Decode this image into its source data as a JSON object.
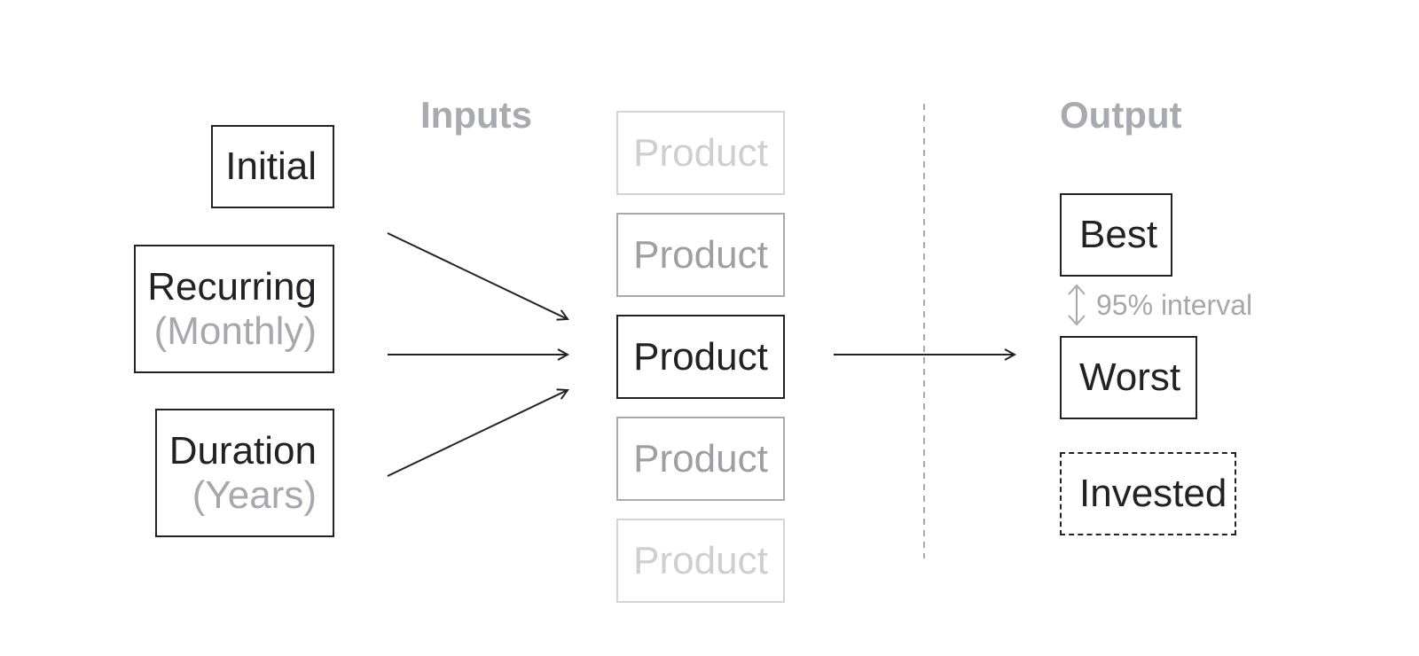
{
  "headings": {
    "inputs": "Inputs",
    "output": "Output"
  },
  "inputs": {
    "initial": "Initial",
    "recurring": {
      "label": "Recurring",
      "sub": "(Monthly)"
    },
    "duration": {
      "label": "Duration",
      "sub": "(Years)"
    }
  },
  "products": [
    "Product",
    "Product",
    "Product",
    "Product",
    "Product"
  ],
  "outputs": {
    "best": "Best",
    "interval": "95% interval",
    "worst": "Worst",
    "invested": "Invested"
  },
  "colors": {
    "ink": "#222226",
    "muted": "#a7a7ad",
    "faint": "#cfcfd3"
  }
}
